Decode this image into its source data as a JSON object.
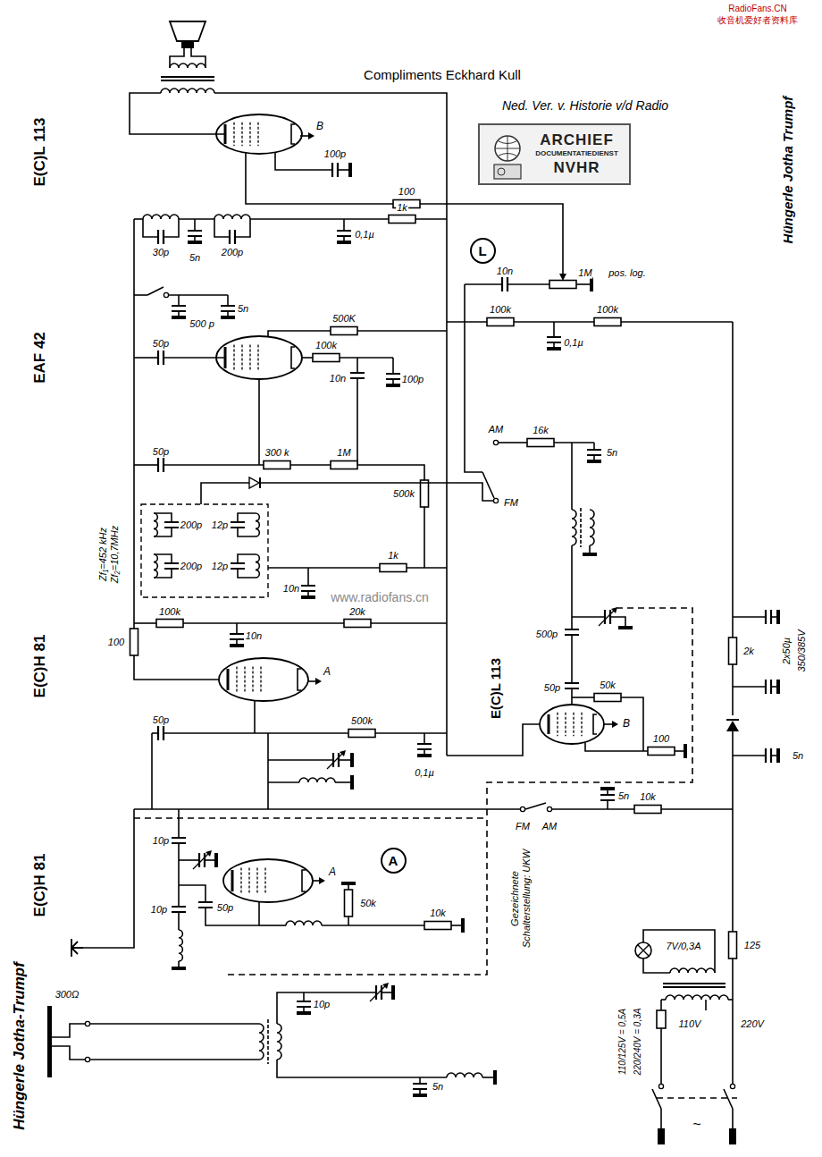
{
  "diagram": {
    "nodes": [
      {
        "text": [
          "ARCHIEF",
          "DOCUMENTATIEDIENST",
          "NVHR"
        ]
      },
      {
        "text": [
          "L"
        ]
      },
      {
        "text": [
          "A"
        ]
      }
    ],
    "labels": [
      "RadioFans.CN",
      "收音机爱好者资料库",
      "Compliments Eckhard Kull",
      "Ned. Ver. v. Historie v/d Radio",
      "E(C)L 113",
      "B",
      "100p",
      "100",
      "10n",
      "1M",
      "pos. log.",
      "100k",
      "0,1µ",
      "100k",
      "Hüngerle Jotha Trumpf",
      "30p",
      "5n",
      "200p",
      "0,1µ",
      "1k",
      "500 p",
      "5n",
      "50p",
      "500K",
      "100k",
      "10n",
      "100p",
      "EAF 42",
      "50p",
      "300 k",
      "1M",
      "500k",
      "AM",
      "FM",
      "16k",
      "5n",
      "Zf₁=452 kHz Zf₂=10,7MHz",
      "200p",
      "12p",
      "200p",
      "12p",
      "10n",
      "1k",
      "20k",
      "100k",
      "10n",
      "100",
      "E(C)H 81",
      "A",
      "500p",
      "50p",
      "50k",
      "B",
      "100",
      "E(C)L 113",
      "50p",
      "500k",
      "0,1µ",
      "2k",
      "2x50µ",
      "350/385V",
      "5n",
      "5n",
      "10k",
      "Gezeichnete Schalterstellung: UKW",
      "FM",
      "AM",
      "E(C)H 81",
      "10p",
      "10p",
      "50p",
      "50k",
      "10k",
      "A",
      "10p",
      "5n",
      "300Ω",
      "Hüngerle Jotha-Trumpf",
      "7V/0,3A",
      "125",
      "110V",
      "220V",
      "110/125V = 0,5A",
      "220/240V = 0,3A",
      "~",
      "www.radiofans.cn"
    ]
  }
}
